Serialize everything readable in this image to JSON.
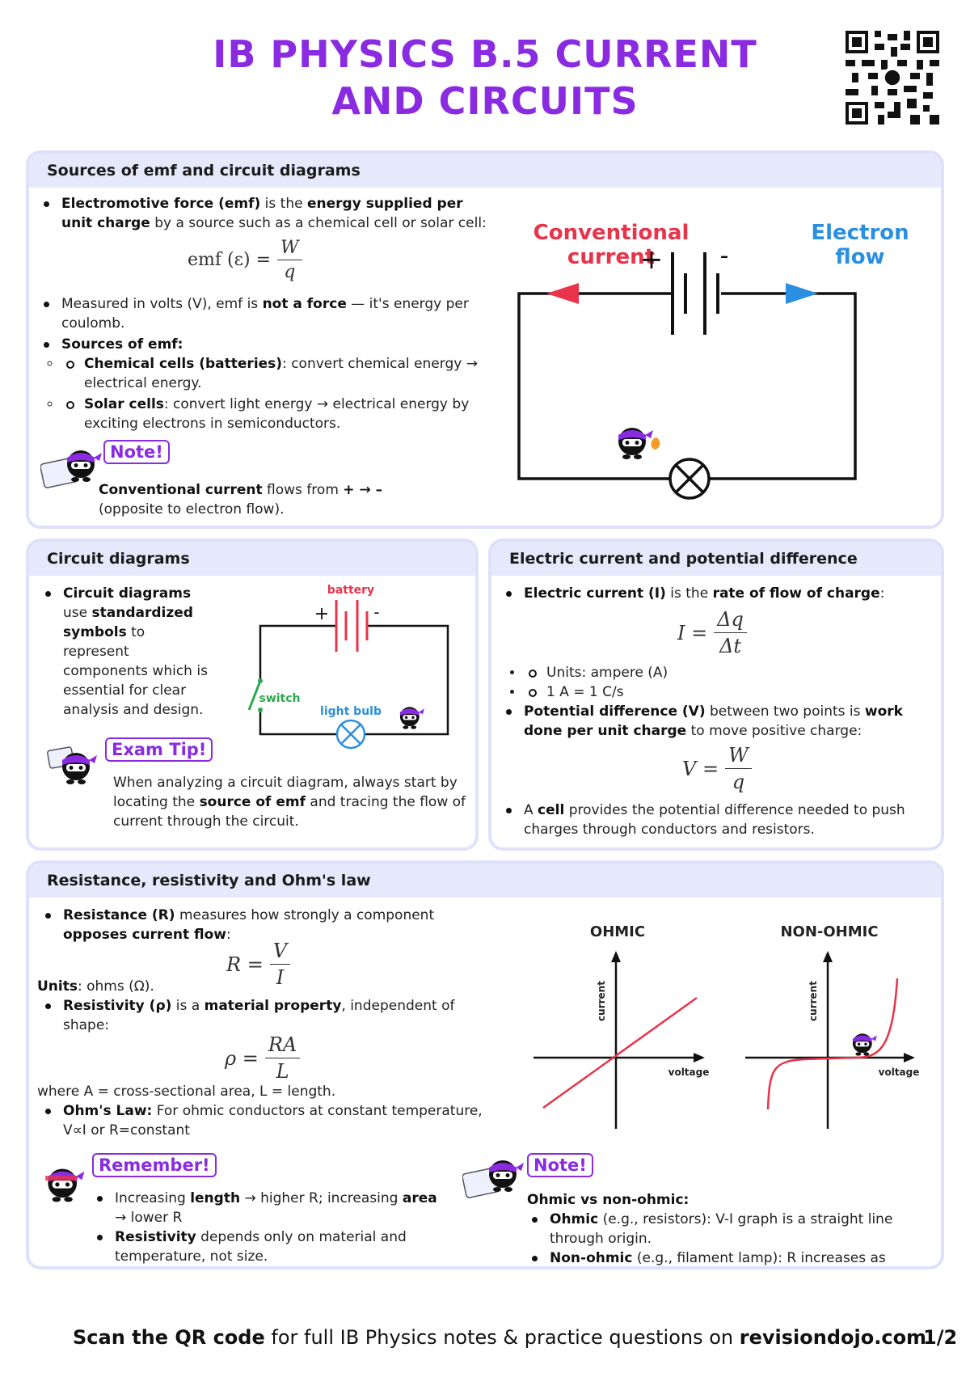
{
  "title": {
    "line1": "IB PHYSICS B.5 CURRENT",
    "line2": "AND CIRCUITS"
  },
  "colors": {
    "accent": "#8a2be2",
    "red": "#e8334a",
    "blue": "#2a8fe0",
    "card_border": "#dfe1fb",
    "card_head": "#e6e8fc"
  },
  "icons": {
    "qr": "qr-code-icon",
    "mascot": "ninja-mascot-icon",
    "bulb": "light-bulb-symbol-icon",
    "battery": "battery-symbol-icon",
    "switch": "switch-symbol-icon"
  },
  "emf": {
    "header": "Sources of emf and circuit diagrams",
    "b1_bold1": "Electromotive force (emf)",
    "b1_t1": " is the ",
    "b1_bold2": "energy supplied per unit charge",
    "b1_t2": " by a source such as a chemical cell or solar cell:",
    "eq_lhs": "emf (ε) =",
    "eq_num": "W",
    "eq_den": "q",
    "b2_t1": "Measured in volts (V), emf is ",
    "b2_bold": "not a force",
    "b2_t2": " — it's energy per coulomb.",
    "b3_bold": "Sources of emf:",
    "s1_bold": "Chemical cells (batteries)",
    "s1_t": ": convert chemical energy → electrical energy.",
    "s2_bold": "Solar cells",
    "s2_t": ": convert light energy → electrical energy by exciting electrons in semiconductors.",
    "note_badge": "Note!",
    "note_bold": "Conventional current",
    "note_t1": " flows from ",
    "note_bold2": "+ → –",
    "note_t2": "(opposite to electron flow).",
    "diag_conv": [
      "Conventional",
      "current"
    ],
    "diag_elec": [
      "Electron",
      "flow"
    ],
    "diag_plus": "+",
    "diag_minus": "-"
  },
  "circuit": {
    "header": "Circuit diagrams",
    "b1_bold1": "Circuit diagrams",
    "b1_t1": " use ",
    "b1_bold2": "standardized symbols",
    "b1_t2": " to represent components which is essential for clear analysis and design.",
    "lbl_battery": "battery",
    "lbl_switch": "switch",
    "lbl_bulb": "light bulb",
    "plus": "+",
    "minus": "-",
    "tip_badge": "Exam Tip!",
    "tip_t1": "When analyzing a circuit diagram, always start by locating the ",
    "tip_bold": "source of emf",
    "tip_t2": " and tracing the flow of current through the circuit."
  },
  "current": {
    "header": "Electric current and potential difference",
    "b1_bold1": "Electric current (I)",
    "b1_t1": " is the ",
    "b1_bold2": "rate of flow of charge",
    "b1_t2": ":",
    "eq1_lhs": "I =",
    "eq1_num": "Δq",
    "eq1_den": "Δt",
    "s1": "Units: ampere (A)",
    "s2": "1 A = 1 C/s",
    "b2_bold1": "Potential difference (V)",
    "b2_t1": " between two points is ",
    "b2_bold2": "work done per unit charge",
    "b2_t2": " to move positive charge:",
    "eq2_lhs": "V =",
    "eq2_num": "W",
    "eq2_den": "q",
    "b3_t1": "A ",
    "b3_bold": "cell",
    "b3_t2": " provides the potential difference needed to push charges through conductors and resistors."
  },
  "resistance": {
    "header": "Resistance, resistivity and Ohm's law",
    "b1_bold1": "Resistance (R)",
    "b1_t1": " measures how strongly a component ",
    "b1_bold2": "opposes current flow",
    "b1_t2": ":",
    "eq1_lhs": "R =",
    "eq1_num": "V",
    "eq1_den": "I",
    "units_bold": "Units",
    "units_t": ": ohms (Ω).",
    "b2_bold1": "Resistivity (ρ)",
    "b2_t1": " is a ",
    "b2_bold2": "material property",
    "b2_t2": ", independent of shape:",
    "eq2_lhs": "ρ =",
    "eq2_num": "RA",
    "eq2_den": "L",
    "where": "where A = cross-sectional area, L = length.",
    "b3_bold": "Ohm's Law:",
    "b3_t": " For ohmic conductors at constant temperature, V∝I or R=constant",
    "rem_badge": "Remember!",
    "r1_t1": "Increasing ",
    "r1_bold1": "length",
    "r1_t2": " → higher R; increasing ",
    "r1_bold2": "area",
    "r1_t3": " → lower R",
    "r2_bold": "Resistivity",
    "r2_t": " depends only on material and temperature, not size.",
    "graph1_title": "OHMIC",
    "graph2_title": "NON-OHMIC",
    "axis_y": "current",
    "axis_x": "voltage",
    "note_badge": "Note!",
    "note_head": "Ohmic vs non-ohmic:",
    "n1_bold": "Ohmic",
    "n1_t": " (e.g., resistors): V-I graph is a straight line through origin.",
    "n2_bold": "Non-ohmic",
    "n2_t": " (e.g., filament lamp): R increases as temperature increases."
  },
  "footer": {
    "bold1": "Scan the QR code",
    "t1": " for full IB Physics notes & practice questions on ",
    "bold2": "revisiondojo.com",
    "page": "1/2"
  }
}
